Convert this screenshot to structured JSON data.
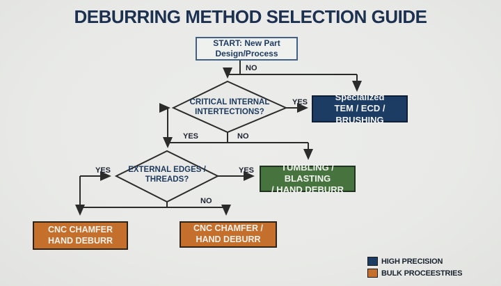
{
  "title": "DEBURRING METHOD SELECTION GUIDE",
  "nodes": {
    "start": {
      "line1": "START: New Part",
      "line2": "Design/Process"
    },
    "decision1": {
      "line1": "CRITICAL INTERNAL",
      "line2": "INTERTECTIONS?"
    },
    "decision2": {
      "line1": "EXTERNAL EDGES /",
      "line2": "THREADS?"
    },
    "specialized": {
      "line1": "Specialized",
      "line2": "TEM / ECD / BRUSHING"
    },
    "tumbling": {
      "line1": "TUMBLING / BLASTING",
      "line2": "/ HAND DEBURR"
    },
    "cnc_left": {
      "line1": "CNC CHAMFER",
      "line2": "HAND DEBURR"
    },
    "cnc_center": {
      "line1": "CNC CHAMFER /",
      "line2": "HAND DEBURR"
    }
  },
  "edge_labels": {
    "start_no": "NO",
    "d1_yes_right": "YES",
    "d1_yes_down": "YES",
    "d1_no_down": "NO",
    "d2_yes_left": "YES",
    "d2_yes_right": "YES",
    "d2_no_down": "NO"
  },
  "legend": {
    "items": [
      {
        "label": "HIGH PRECISION",
        "color": "#1d3c63"
      },
      {
        "label": "BULK PROCEESTRIES",
        "color": "#c4702c"
      }
    ]
  },
  "colors": {
    "background": "#e9eae7",
    "title_text": "#1c3050",
    "line": "#2b2b2b",
    "high_precision": "#1d3c63",
    "bulk_process": "#c4702c",
    "tumbling_green": "#47743e",
    "start_border": "#416082"
  }
}
